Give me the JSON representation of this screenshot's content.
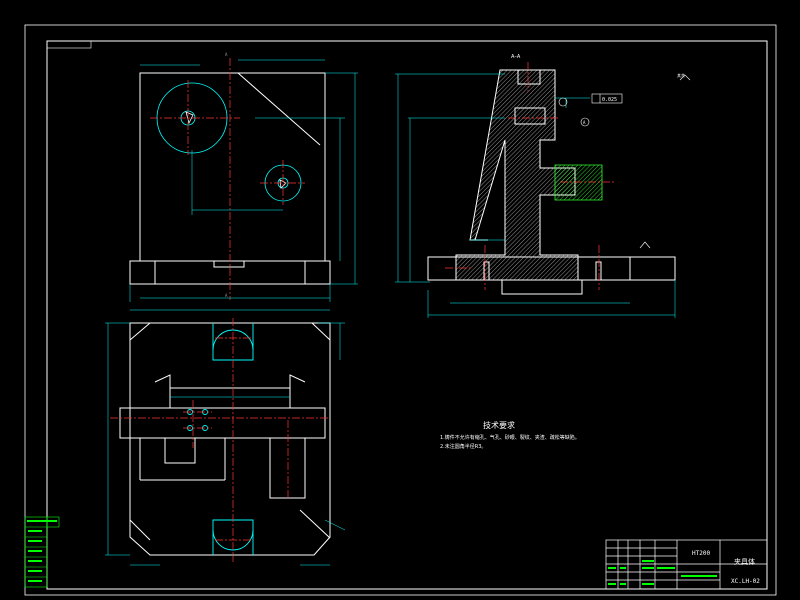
{
  "drawing": {
    "number": "XC.LH-02",
    "material": "HT200",
    "name": "夹具体",
    "section_label": "A–A",
    "cut_label_a": "A",
    "roughness_note": "其余",
    "tolerance_box": "0.025",
    "datum_letter": "A"
  },
  "technical_requirements": {
    "heading": "技术要求",
    "items": [
      "1.铸件不允许有缩孔、气孔、砂眼、裂纹、夹渣、疏松等缺陷。",
      "2.未注圆角半径R3。"
    ]
  },
  "colors": {
    "background": "#000000",
    "border": "#ffffff",
    "outline": "#00ffff",
    "center": "#ff3333",
    "hatch": "#ffffff",
    "green": "#00ff00",
    "text": "#ffffff"
  }
}
